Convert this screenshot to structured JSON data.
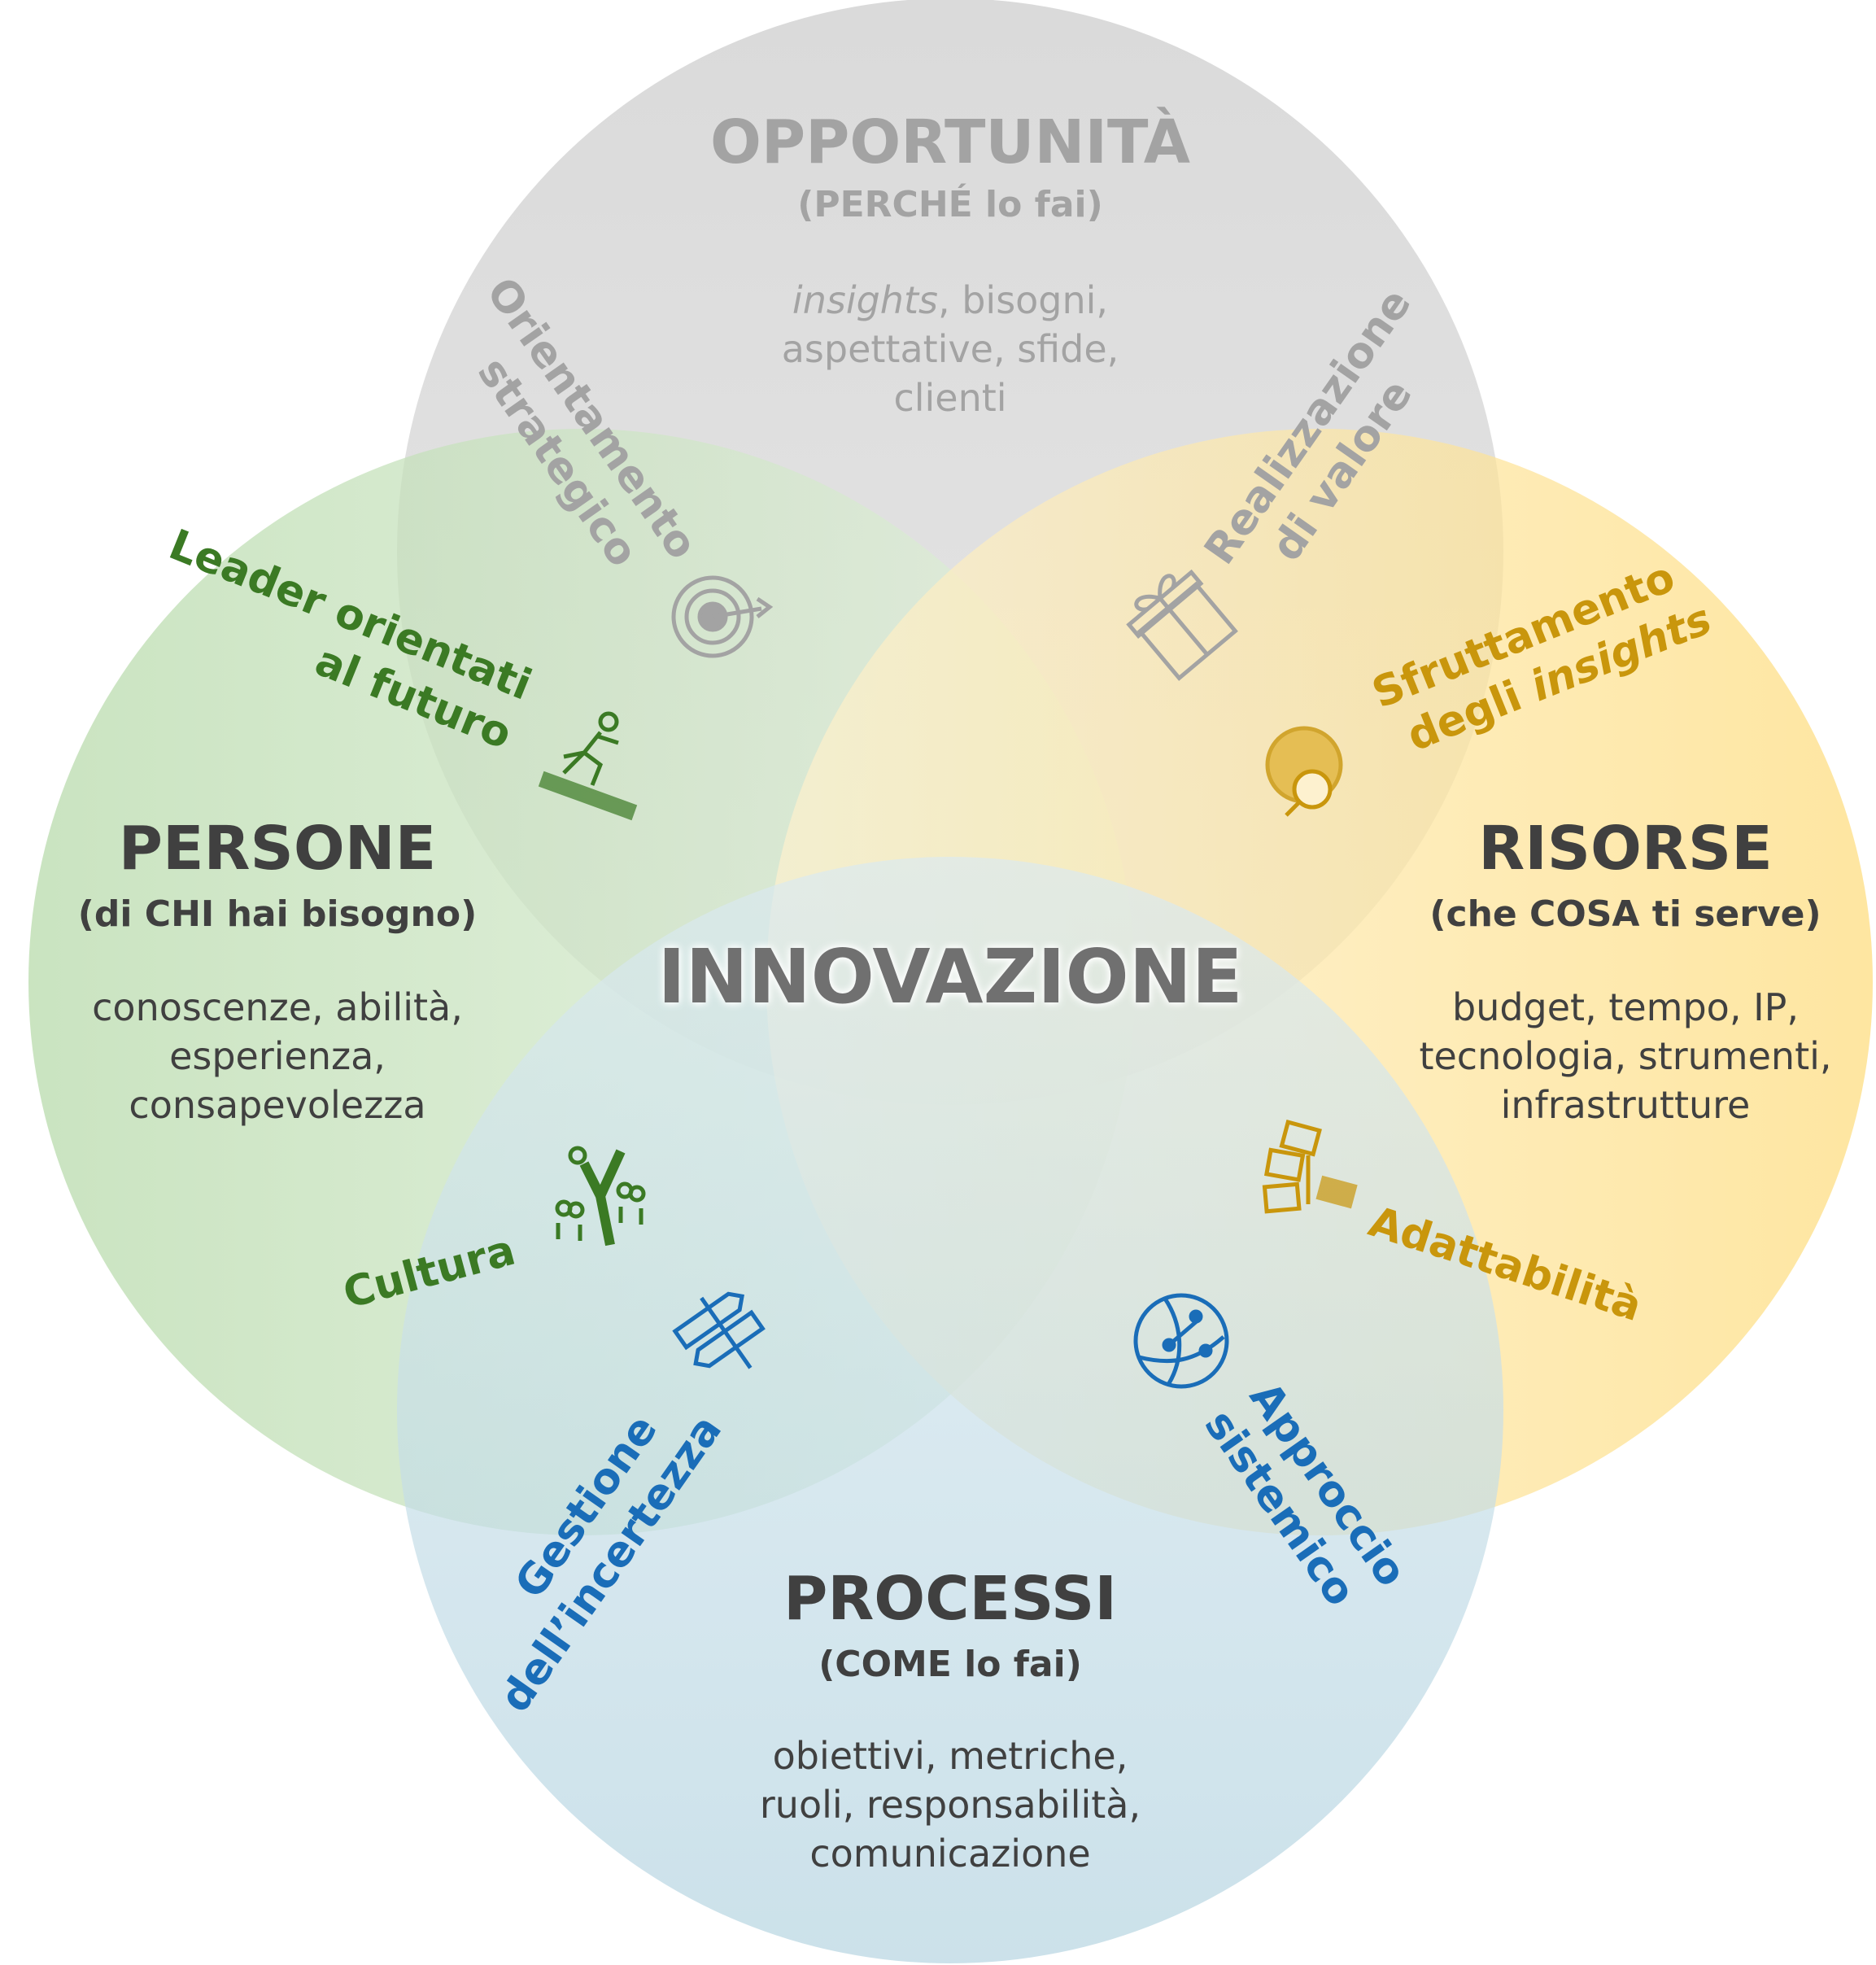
{
  "center_label": "INNOVAZIONE",
  "opportunita": {
    "title": "OPPORTUNITÀ",
    "subtitle": "(PERCHÉ lo fai)",
    "line1_italic": "insights",
    "line1_rest": ", bisogni,",
    "line2": "aspettative, sfide,",
    "line3": "clienti",
    "color": "#d9d9d9"
  },
  "persone": {
    "title": "PERSONE",
    "subtitle": "(di CHI hai bisogno)",
    "lines": [
      "conoscenze, abilità,",
      "esperienza,",
      "consapevolezza"
    ],
    "color": "#b9dcae"
  },
  "risorse": {
    "title": "RISORSE",
    "subtitle": "(che COSA ti serve)",
    "lines": [
      "budget, tempo, IP,",
      "tecnologia, strumenti,",
      "infrastrutture"
    ],
    "color": "#fde08a"
  },
  "processi": {
    "title": "PROCESSI",
    "subtitle": "(COME lo fai)",
    "lines": [
      "obiettivi, metriche,",
      "ruoli, responsabilità,",
      "comunicazione"
    ],
    "color": "#b6d6e3"
  },
  "intersections": {
    "orientamento": [
      "Orientamento",
      "strategico"
    ],
    "realizzazione": [
      "Realizzazione",
      "di valore"
    ],
    "leader": [
      "Leader orientati",
      "al futuro"
    ],
    "sfruttamento_1": "Sfruttamento",
    "sfruttamento_2a": "degli ",
    "sfruttamento_2b": "insights",
    "cultura": "Cultura",
    "adattabilita": "Adattabilità",
    "gestione": [
      "Gestione",
      "dell’incertezza"
    ],
    "approccio": [
      "Approccio",
      "sistemico"
    ]
  },
  "colors": {
    "gray_text": "#a3a3a3",
    "green_text": "#3b7a24",
    "gold_text": "#c9960c",
    "blue_text": "#1a6db8",
    "dark_text": "#404040"
  }
}
